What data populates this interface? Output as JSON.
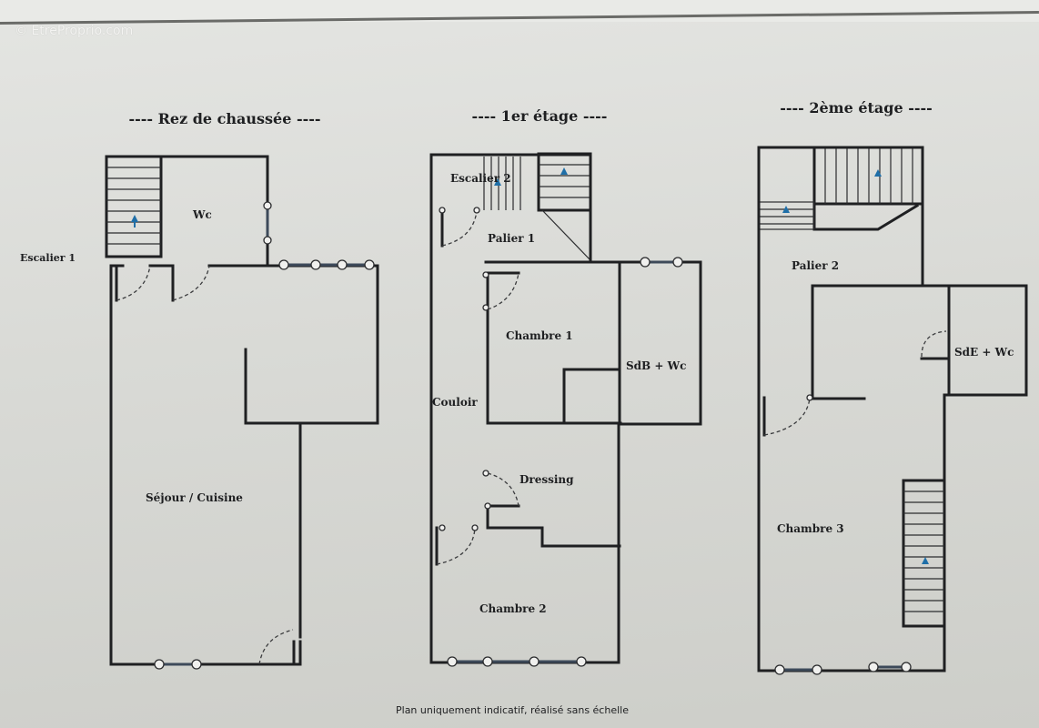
{
  "watermark": "© EtreProprio.com",
  "floors": {
    "ground": {
      "title": "---- Rez de chaussée ----",
      "labels": {
        "stair": "Escalier 1",
        "wc": "Wc",
        "living": "Séjour / Cuisine"
      }
    },
    "first": {
      "title": "---- 1er étage ----",
      "labels": {
        "stair": "Escalier 2",
        "landing": "Palier 1",
        "bedroom1": "Chambre 1",
        "bath": "SdB + Wc",
        "corridor": "Couloir",
        "dressing": "Dressing",
        "bedroom2": "Chambre 2"
      }
    },
    "second": {
      "title": "---- 2ème étage ----",
      "labels": {
        "landing": "Palier 2",
        "shower": "SdE + Wc",
        "bedroom3": "Chambre 3"
      }
    }
  },
  "footnote": "Plan uniquement indicatif, réalisé sans échelle"
}
